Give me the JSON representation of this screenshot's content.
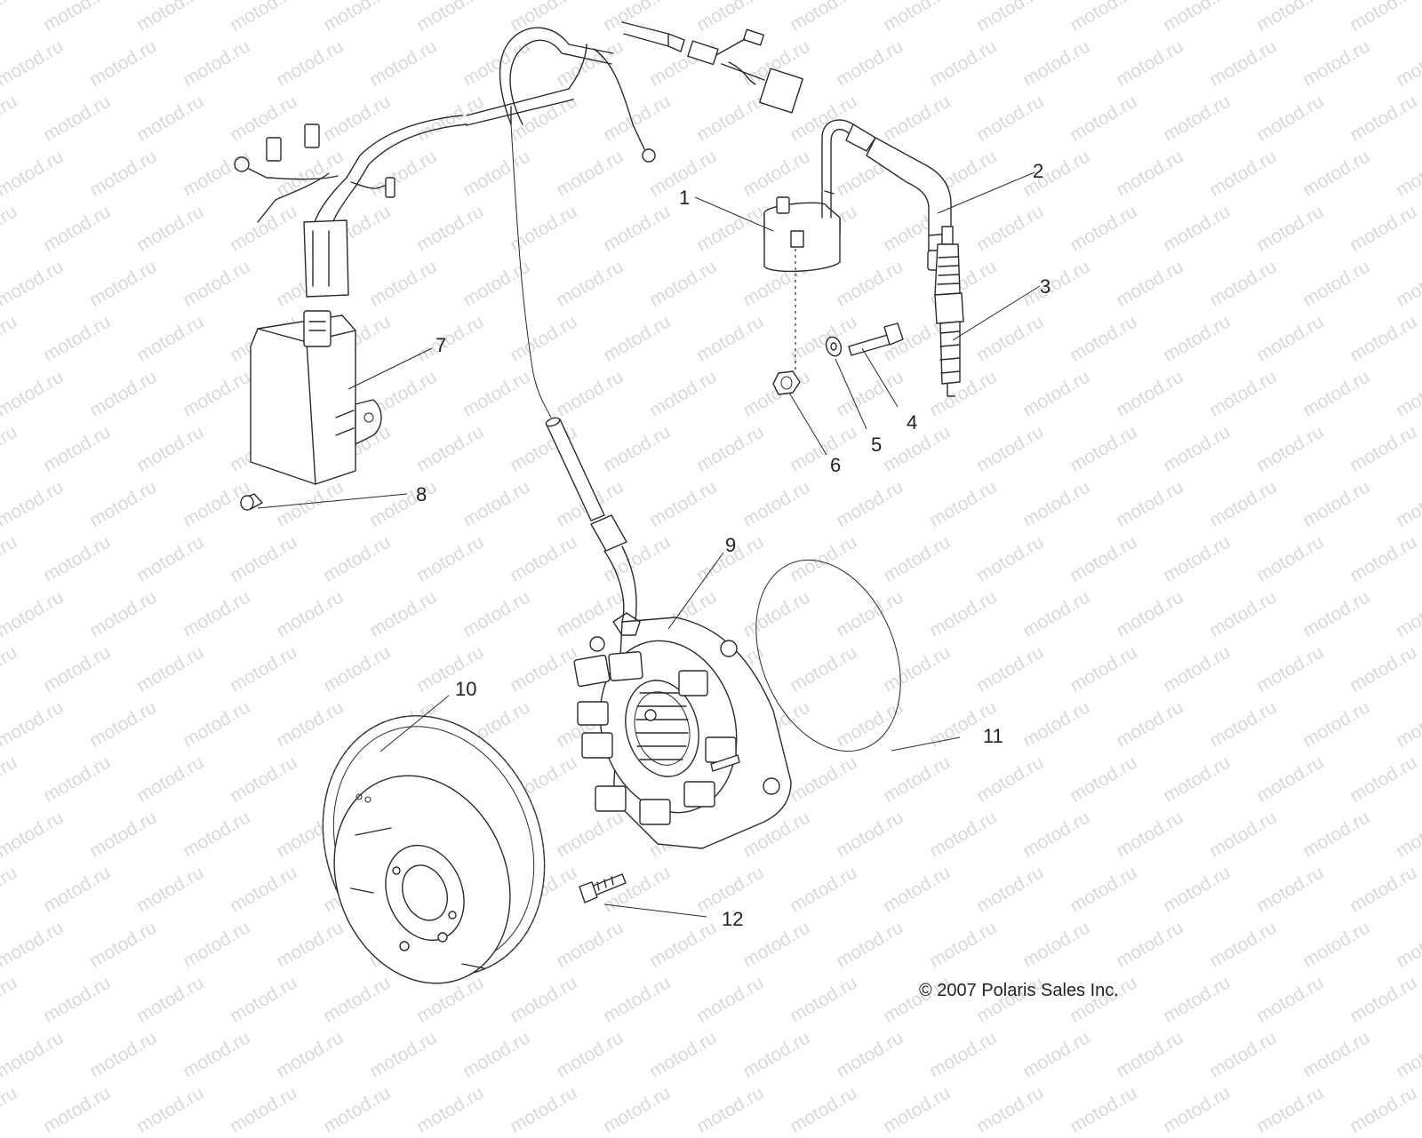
{
  "watermark": "motod.ru",
  "copyright": "© 2007 Polaris Sales Inc.",
  "callouts": [
    "1",
    "2",
    "3",
    "4",
    "5",
    "6",
    "7",
    "8",
    "9",
    "10",
    "11",
    "12"
  ],
  "parts": [
    {
      "id": "1",
      "name": "ignition-coil"
    },
    {
      "id": "2",
      "name": "spark-plug-cap"
    },
    {
      "id": "3",
      "name": "spark-plug"
    },
    {
      "id": "4",
      "name": "bolt"
    },
    {
      "id": "5",
      "name": "washer"
    },
    {
      "id": "6",
      "name": "nut"
    },
    {
      "id": "7",
      "name": "cdi-module"
    },
    {
      "id": "8",
      "name": "screw"
    },
    {
      "id": "9",
      "name": "stator"
    },
    {
      "id": "10",
      "name": "flywheel"
    },
    {
      "id": "11",
      "name": "gasket"
    },
    {
      "id": "12",
      "name": "stator-bolt"
    }
  ]
}
